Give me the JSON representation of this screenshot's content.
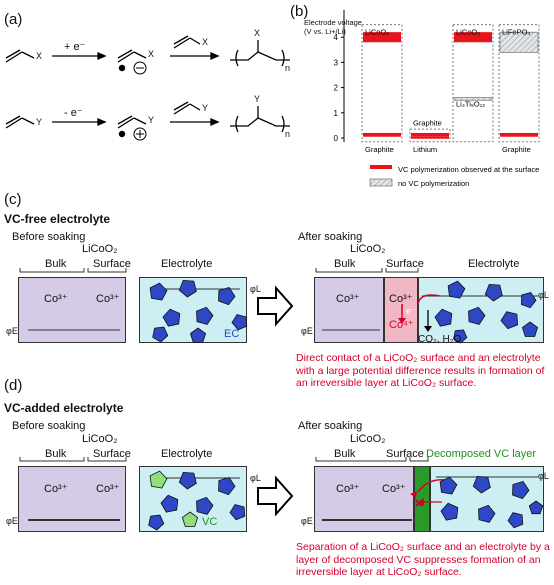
{
  "panels": {
    "a": "(a)",
    "b": "(b)",
    "c": "(c)",
    "d": "(d)"
  },
  "panel_a": {
    "arrow1_label": "+ e⁻",
    "arrow2_label": "- e⁻",
    "sub_x": "X",
    "sub_y": "Y",
    "n": "n"
  },
  "chart_data": {
    "type": "bar",
    "ylabel_line1": "Electrode voltage",
    "ylabel_line2": "(V vs. Li+/Li)",
    "yticks": [
      "0",
      "1",
      "2",
      "3",
      "4"
    ],
    "ylim": [
      0,
      5
    ],
    "columns": [
      {
        "top_label": "LiCoO₂",
        "bottom_label": "Graphite",
        "bands": [
          {
            "range": [
              3.8,
              4.2
            ],
            "type": "red"
          },
          {
            "range": [
              0.05,
              0.2
            ],
            "type": "red"
          }
        ]
      },
      {
        "top_label": "Graphite",
        "bottom_label": "Lithium",
        "bands": [
          {
            "range": [
              0.05,
              0.2
            ],
            "type": "red"
          },
          {
            "range": [
              0,
              0.05
            ],
            "type": "red"
          }
        ]
      },
      {
        "top_label": "LiCoO₂",
        "bottom_label": "Li₄Ti₅O₁₂",
        "bands": [
          {
            "range": [
              3.8,
              4.2
            ],
            "type": "red"
          },
          {
            "range": [
              1.5,
              1.6
            ],
            "type": "hatched"
          }
        ]
      },
      {
        "top_label": "LiFePO₄",
        "bottom_label": "Graphite",
        "bands": [
          {
            "range": [
              3.4,
              4.2
            ],
            "type": "hatched"
          },
          {
            "range": [
              0.05,
              0.2
            ],
            "type": "red"
          }
        ]
      }
    ],
    "legend": [
      {
        "label": "VC polymerization observed at the surface",
        "color": "#e8141c"
      },
      {
        "label": "no VC polymerization",
        "color": "#c8cfd6"
      }
    ]
  },
  "panel_c": {
    "title": "VC-free electrolyte",
    "before": "Before soaking",
    "after": "After soaking",
    "licoo2": "LiCoO₂",
    "bulk": "Bulk",
    "surface": "Surface",
    "electrolyte": "Electrolyte",
    "co3": "Co³⁺",
    "co4": "Co⁴⁺",
    "phi_l": "φL",
    "phi_e": "φE",
    "ec": "EC",
    "electron": "e⁻",
    "products": "CO₂, H₂O",
    "caption": "Direct contact of a LiCoO₂ surface and an electrolyte with a large potential difference results in formation of an irreversible layer at LiCoO₂ surface."
  },
  "panel_d": {
    "title": "VC-added electrolyte",
    "before": "Before soaking",
    "after": "After soaking",
    "licoo2": "LiCoO₂",
    "bulk": "Bulk",
    "surface": "Surface",
    "electrolyte": "Electrolyte",
    "co3": "Co³⁺",
    "phi_l": "φL",
    "phi_e": "φE",
    "vc": "VC",
    "decomposed": "Decomposed VC layer",
    "caption": "Separation of a LiCoO₂ surface and an electrolyte by a layer of decomposed VC suppresses formation of an irreversible layer at LiCoO₂ surface."
  },
  "colors": {
    "red": "#e8141c",
    "bulk": "#d6cbe6",
    "electrolyte": "#cdeef2",
    "pentagon_blue": "#2e47c4",
    "pentagon_green": "#8fe07a",
    "layer_green": "#2a9a2a"
  }
}
